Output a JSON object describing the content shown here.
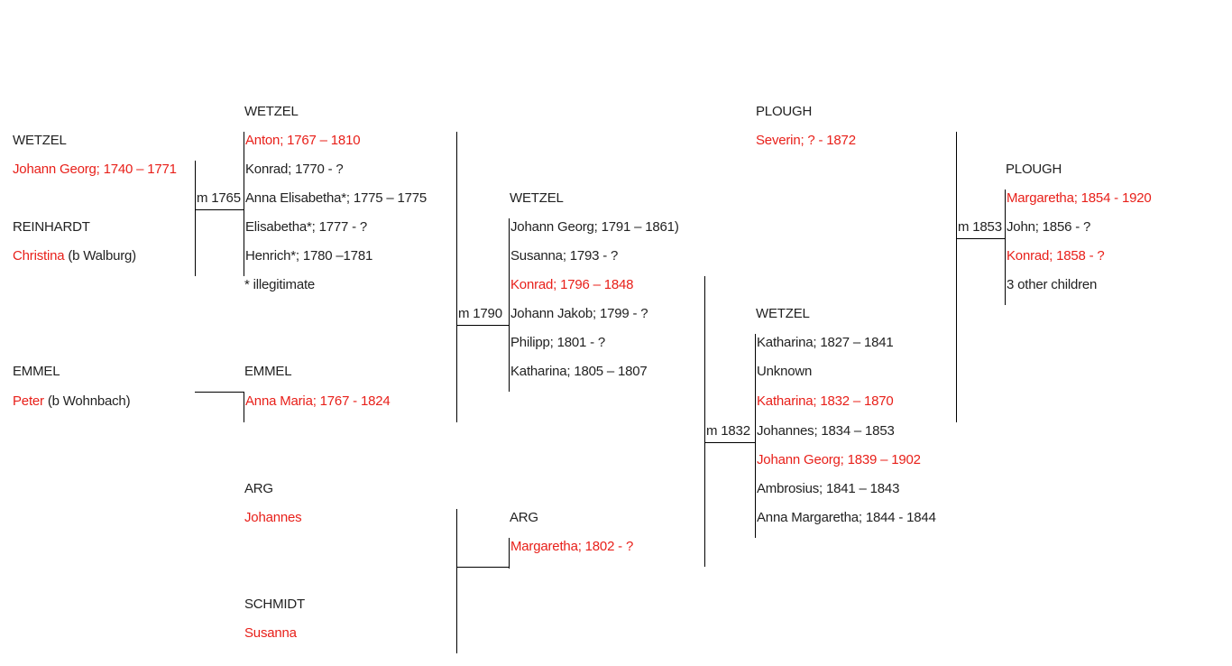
{
  "colors": {
    "text": "#222222",
    "highlight": "#e8201a",
    "line": "#000000"
  },
  "gen1": {
    "wetzel": {
      "surname": "WETZEL",
      "person": "Johann Georg; 1740 – 1771"
    },
    "reinhardt": {
      "surname": "REINHARDT",
      "name": "Christina",
      "note": " (b Walburg)"
    },
    "emmel": {
      "surname": "EMMEL",
      "name": "Peter",
      "note": " (b Wohnbach)"
    },
    "marriage": "m 1765"
  },
  "gen2": {
    "wetzel_surname": "WETZEL",
    "wetzel_children": [
      "Anton; 1767 – 1810",
      "Konrad; 1770 - ?",
      "Anna Elisabetha*; 1775 – 1775",
      "Elisabetha*; 1777 - ?",
      "Henrich*; 1780 –1781"
    ],
    "footnote": "* illegitimate",
    "emmel_surname": "EMMEL",
    "emmel_person": "Anna Maria; 1767 - 1824",
    "arg_surname": "ARG",
    "arg_person": "Johannes",
    "schmidt_surname": "SCHMIDT",
    "schmidt_person": "Susanna",
    "marriage": "m 1790"
  },
  "gen3": {
    "wetzel_surname": "WETZEL",
    "wetzel_children": [
      "Johann Georg; 1791 – 1861)",
      "Susanna; 1793 - ?",
      "Konrad; 1796 – 1848",
      "Johann Jakob; 1799 - ?",
      "Philipp; 1801 - ?",
      "Katharina; 1805 – 1807"
    ],
    "arg_surname": "ARG",
    "arg_person": "Margaretha; 1802 - ?",
    "marriage": "m 1832"
  },
  "gen4": {
    "plough_surname": "PLOUGH",
    "plough_person": "Severin; ? - 1872",
    "wetzel_surname": "WETZEL",
    "wetzel_children": [
      "Katharina; 1827 – 1841",
      "Unknown",
      "Katharina; 1832 – 1870",
      "Johannes; 1834 – 1853",
      "Johann Georg; 1839 – 1902",
      "Ambrosius; 1841 – 1843",
      "Anna Margaretha; 1844 - 1844"
    ],
    "marriage": "m 1853"
  },
  "gen5": {
    "plough_surname": "PLOUGH",
    "plough_children": [
      "Margaretha; 1854 - 1920",
      "John; 1856 - ?",
      "Konrad; 1858 - ?",
      "3 other children"
    ]
  }
}
